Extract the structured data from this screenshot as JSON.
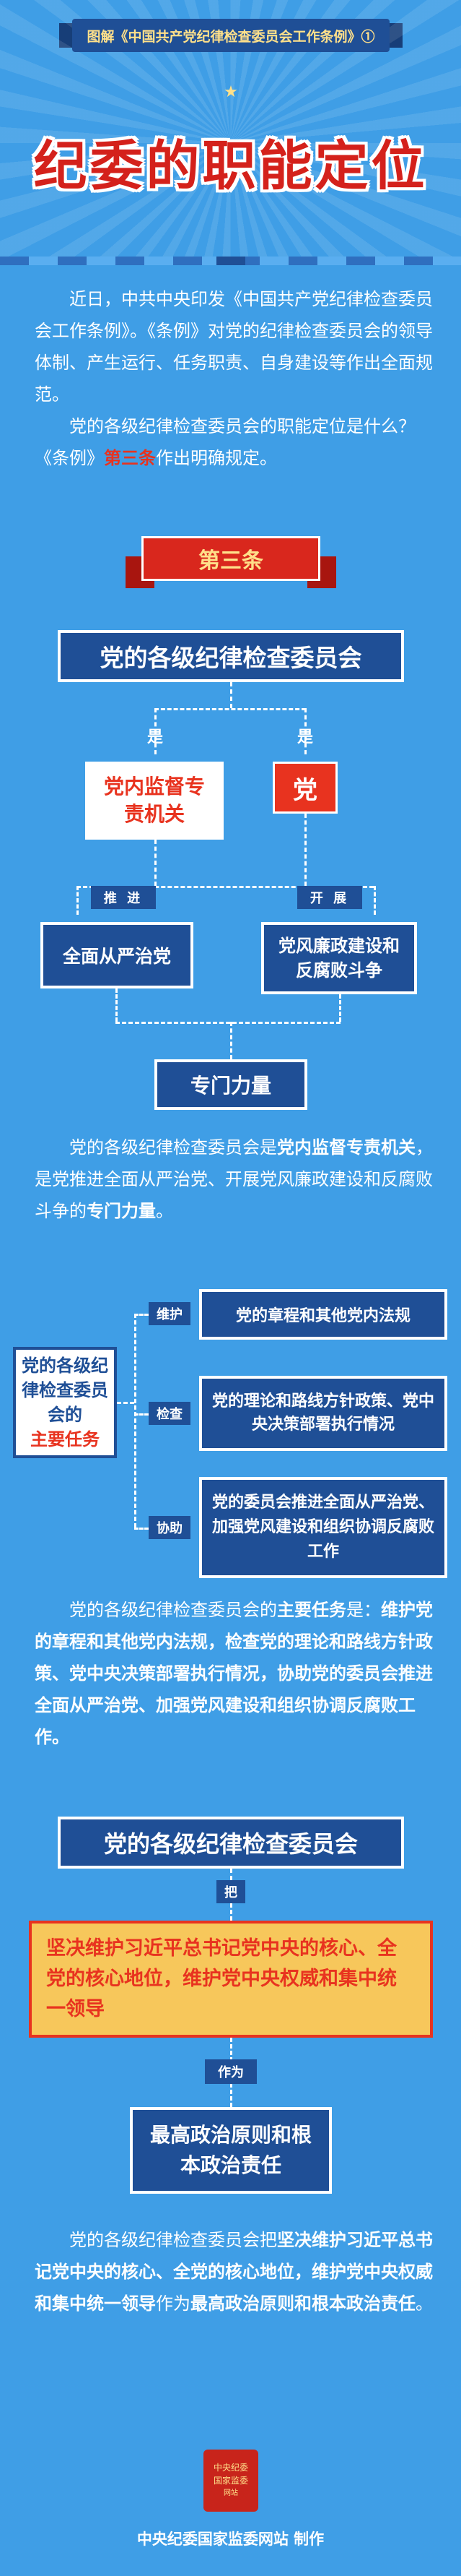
{
  "header": {
    "banner": "图解《中国共产党纪律检查委员会工作条例》①",
    "title": "纪委的职能定位"
  },
  "intro": {
    "line1": "近日，中共中央印发《中国共产党纪律检查委员会工作条例》。《条例》对党的纪律检查委员会的领导体制、产生运行、任务职责、自身建设等作出全面规范。",
    "line2_a": "党的各级纪律检查委员会的职能定位是什么？《条例》",
    "line2_highlight": "第三条",
    "line2_b": "作出明确规定。"
  },
  "section1": {
    "ribbon": "第三条",
    "top_box": "党的各级纪律检查委员会",
    "is_label_left": "是",
    "is_label_right": "是",
    "left_box": "党内监督专责机关",
    "right_box": "党",
    "promote_tag": "推 进",
    "develop_tag": "开 展",
    "left_action": "全面从严治党",
    "right_action": "党风廉政建设和反腐败斗争",
    "result": "专门力量",
    "summary_a": "党的各级纪律检查委员会是",
    "summary_b": "党内监督专责机关",
    "summary_c": "，是党推进全面从严治党、开展党风廉政建设和反腐败斗争的",
    "summary_d": "专门力量",
    "summary_e": "。"
  },
  "section2": {
    "center_line1": "党的各级纪律检查委员会的",
    "center_highlight": "主要任务",
    "items": [
      {
        "tag": "维护",
        "text": "党的章程和其他党内法规"
      },
      {
        "tag": "检查",
        "text": "党的理论和路线方针政策、党中央决策部署执行情况"
      },
      {
        "tag": "协助",
        "text": "党的委员会推进全面从严治党、加强党风建设和组织协调反腐败工作"
      }
    ],
    "summary_a": "党的各级纪律检查委员会的",
    "summary_b": "主要任务",
    "summary_c": "是：",
    "summary_d": "维护党的章程和其他党内法规，检查党的理论和路线方针政策、党中央决策部署执行情况，协助党的委员会推进全面从严治党、加强党风建设和组织协调反腐败工作。"
  },
  "section3": {
    "top_box": "党的各级纪律检查委员会",
    "grab_label": "把",
    "yellow_box": "坚决维护习近平总书记党中央的核心、全党的核心地位，维护党中央权威和集中统一领导",
    "as_tag": "作为",
    "bottom_box": "最高政治原则和根本政治责任",
    "summary_a": "党的各级纪律检查委员会把",
    "summary_b": "坚决维护习近平总书记党中央的核心、全党的核心地位，维护党中央权威和集中统一领导",
    "summary_c": "作为",
    "summary_d": "最高政治原则和根本政治责任",
    "summary_e": "。"
  },
  "footer": {
    "logo_line1": "中央纪委",
    "logo_line2": "国家监委",
    "logo_line3": "网站",
    "credit": "中央纪委国家监委网站 制作"
  },
  "colors": {
    "background": "#3f9ee6",
    "navy": "#1f4f96",
    "red": "#e8331f",
    "gold": "#ffe08a"
  }
}
